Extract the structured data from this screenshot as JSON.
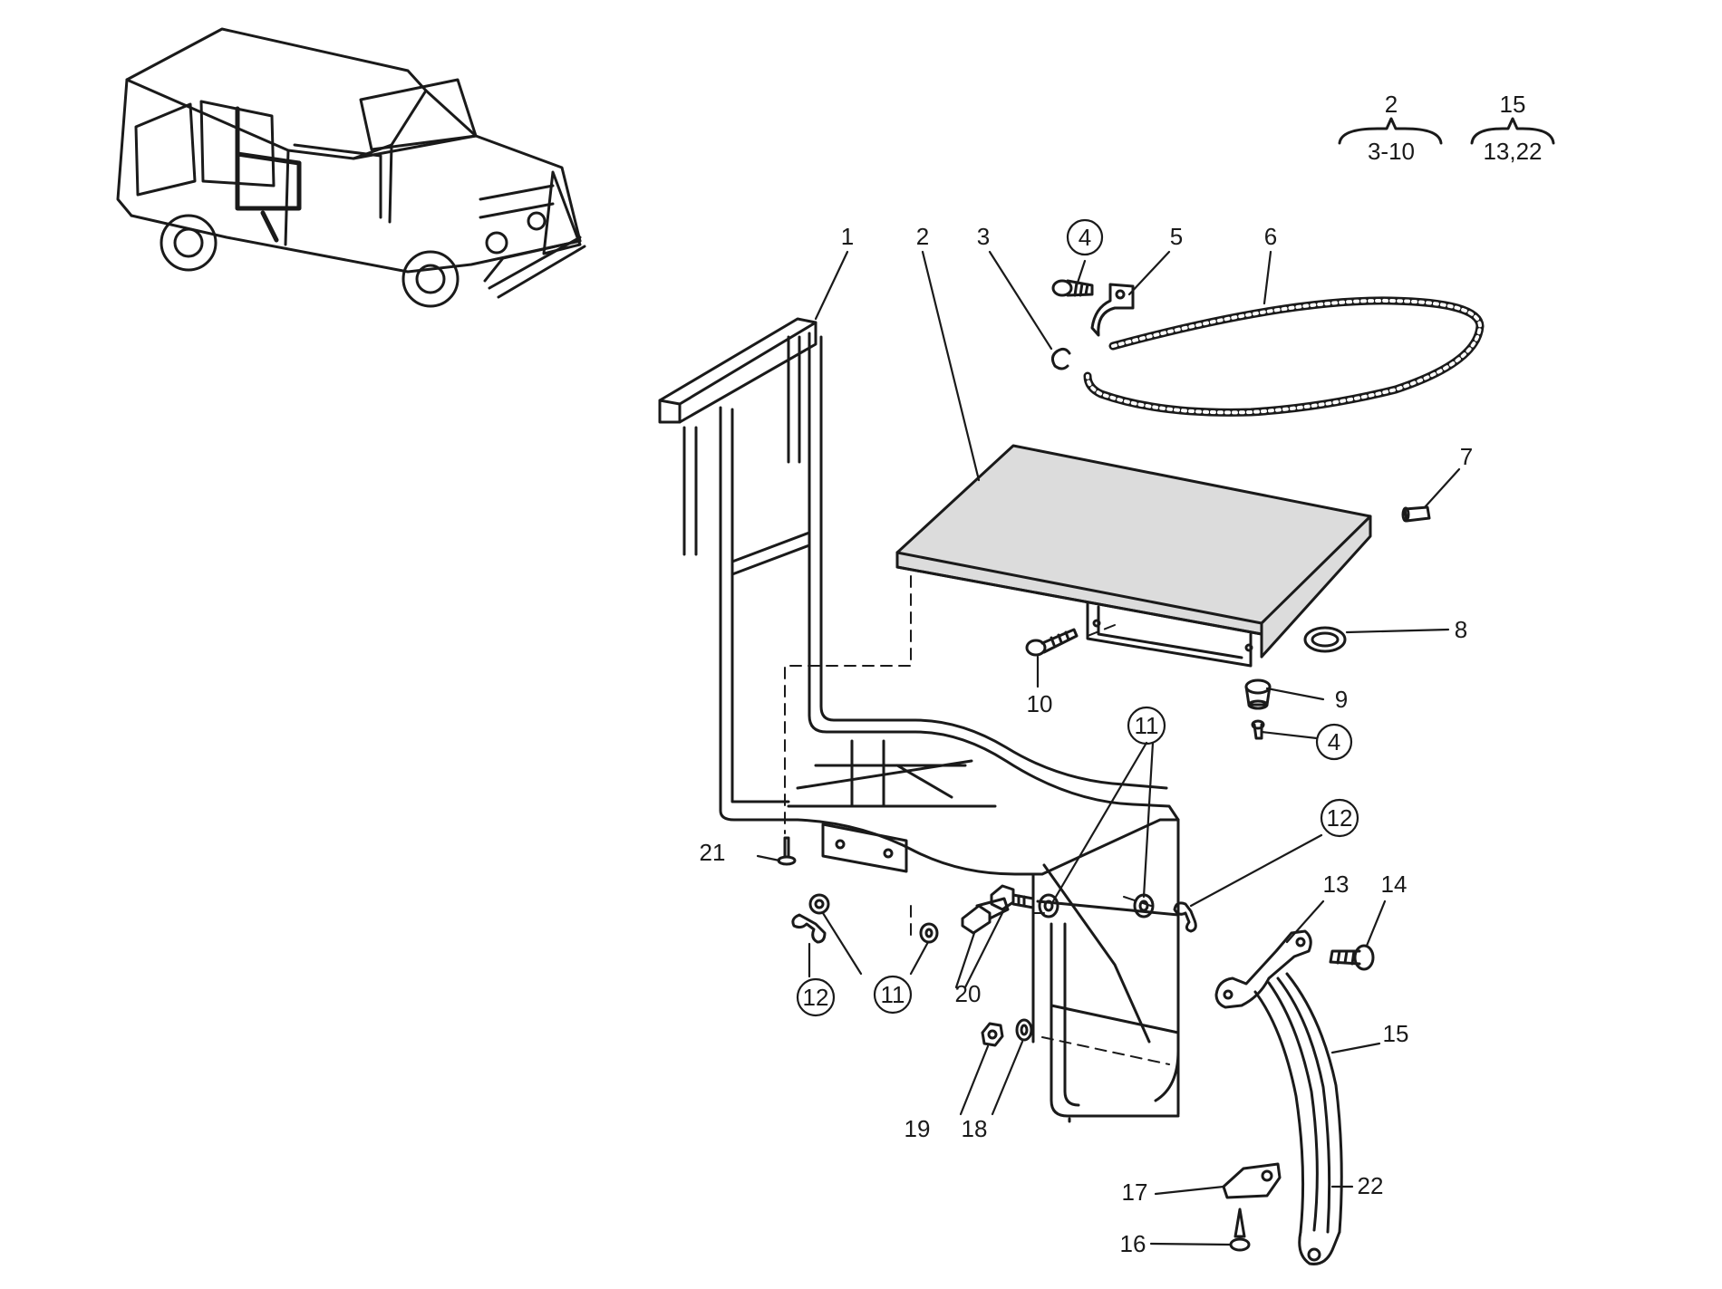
{
  "diagram": {
    "groups": [
      {
        "parent": "2",
        "children": "3-10"
      },
      {
        "parent": "15",
        "children": "13,22"
      }
    ],
    "callouts": {
      "p1": "1",
      "p2": "2",
      "p3": "3",
      "p4a": "4",
      "p5": "5",
      "p6": "6",
      "p7": "7",
      "p8": "8",
      "p9": "9",
      "p4b": "4",
      "p10": "10",
      "p11a": "11",
      "p11b": "11",
      "p12a": "12",
      "p12b": "12",
      "p13": "13",
      "p14": "14",
      "p15": "15",
      "p16": "16",
      "p17": "17",
      "p18": "18",
      "p19": "19",
      "p20": "20",
      "p21": "21",
      "p22": "22"
    },
    "circled_callouts": [
      "p4a",
      "p4b",
      "p11a",
      "p11b",
      "p12a",
      "p12b"
    ],
    "colors": {
      "ink": "#1a1a1a",
      "paper": "#ffffff",
      "lid": "#dcdcdc"
    }
  }
}
